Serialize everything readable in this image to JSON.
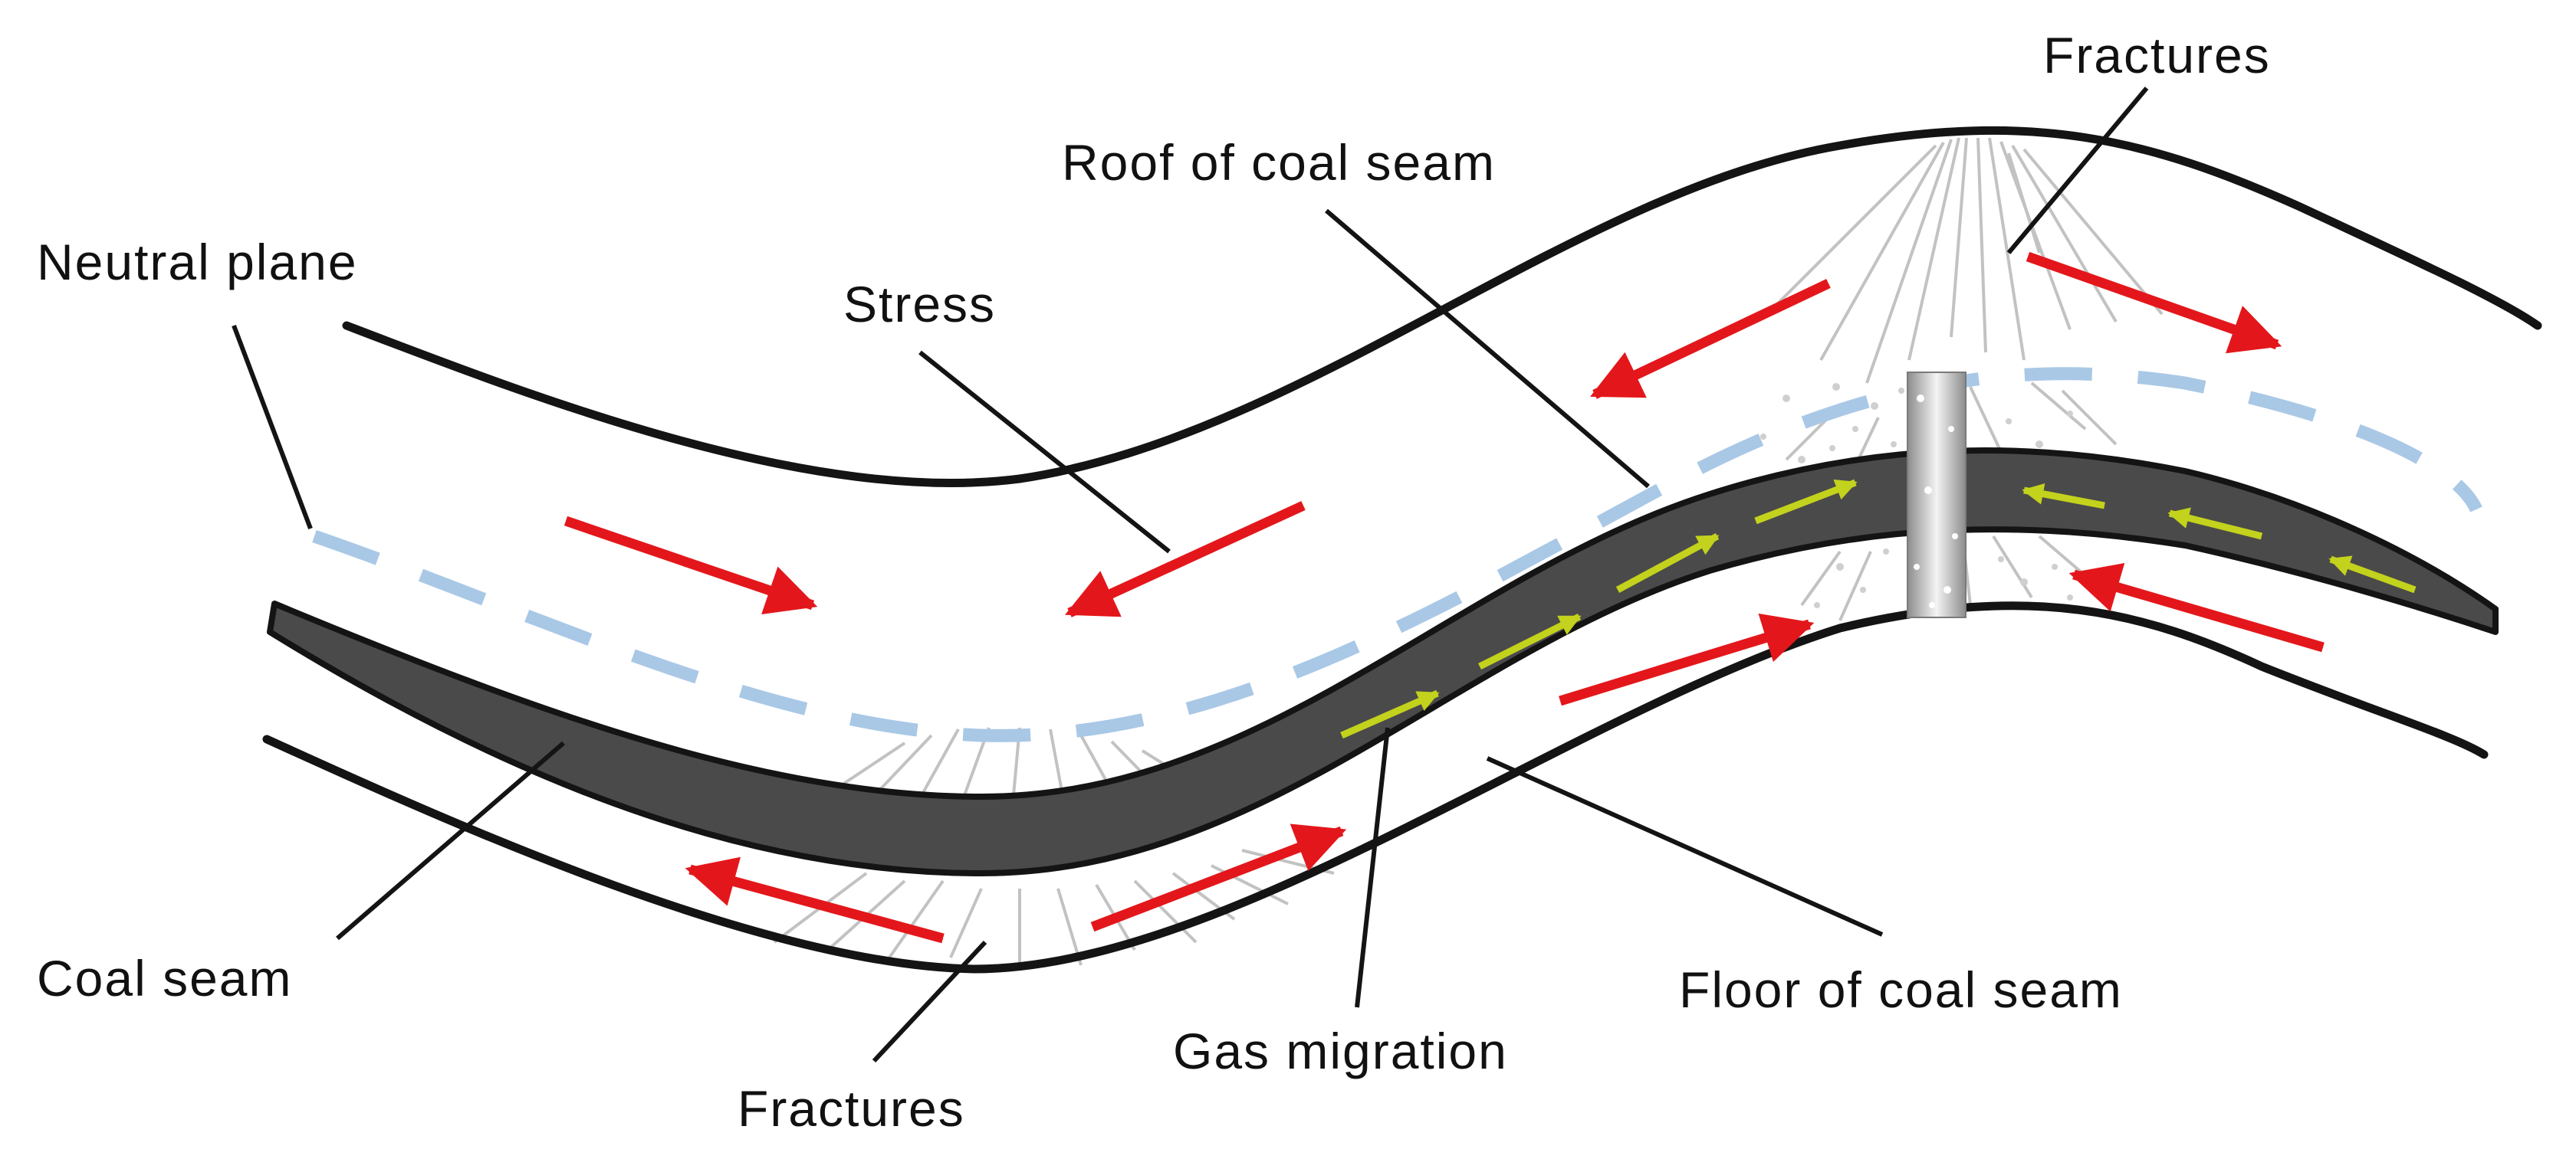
{
  "labels": {
    "fractures_top": "Fractures",
    "roof": "Roof of coal seam",
    "neutral_plane": "Neutral plane",
    "stress": "Stress",
    "coal_seam": "Coal seam",
    "fractures_bottom": "Fractures",
    "gas_migration": "Gas migration",
    "floor": "Floor of coal seam"
  },
  "colors": {
    "stress_arrow": "#e3171b",
    "gas_arrow": "#c3d21c",
    "neutral_plane": "#a9c8e6",
    "coal_seam": "#4a4a4a",
    "rock_boundary": "#141414",
    "fracture": "#c2c2c2",
    "borehole": "#9b9b9b"
  }
}
